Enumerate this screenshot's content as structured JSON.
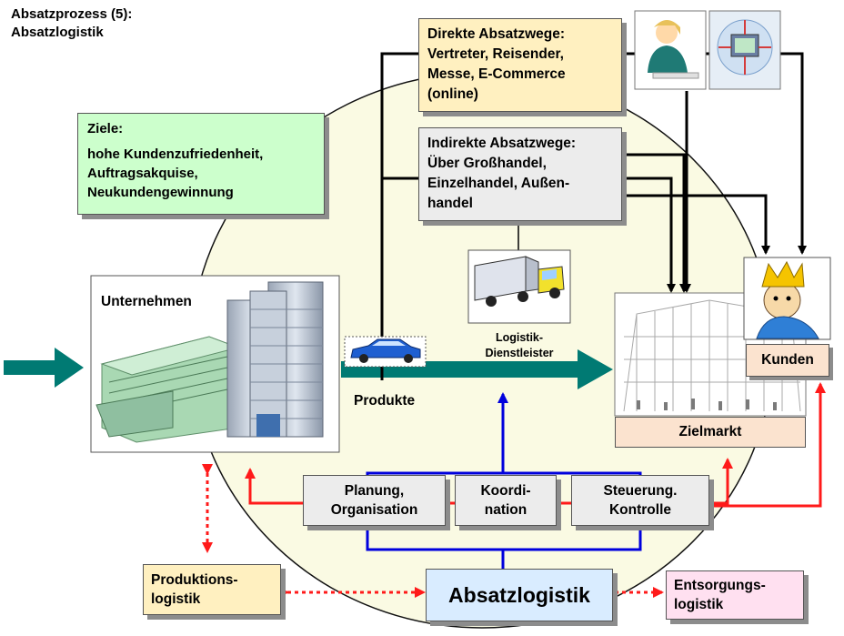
{
  "title": {
    "line1": "Absatzprozess (5):",
    "line2": "Absatzlogistik"
  },
  "ziele": {
    "heading": "Ziele:",
    "line1": "hohe Kundenzufriedenheit,",
    "line2": "Auftragsakquise,",
    "line3": "Neukundengewinnung"
  },
  "direkte": {
    "line1": "Direkte Absatzwege:",
    "line2": "Vertreter, Reisender,",
    "line3": "Messe, E-Commerce",
    "line4": "(online)"
  },
  "indirekte": {
    "line1": "Indirekte Absatzwege:",
    "line2": "Über Großhandel,",
    "line3": "Einzelhandel, Außen-",
    "line4": "handel"
  },
  "unternehmen": "Unternehmen",
  "produkte": "Produkte",
  "logistik_dienstleister": {
    "line1": "Logistik-",
    "line2": "Dienstleister"
  },
  "zielmarkt": "Zielmarkt",
  "kunden": "Kunden",
  "functions": {
    "planung": {
      "line1": "Planung,",
      "line2": "Organisation"
    },
    "koordination": {
      "line1": "Koordi-",
      "line2": "nation"
    },
    "steuerung": {
      "line1": "Steuerung.",
      "line2": "Kontrolle"
    }
  },
  "absatzlogistik": "Absatzlogistik",
  "produktionslogistik": {
    "line1": "Produktions-",
    "line2": "logistik"
  },
  "entsorgungslogistik": {
    "line1": "Entsorgungs-",
    "line2": "logistik"
  },
  "colors": {
    "flow_arrow": "#007a73",
    "control_red": "#ff1a1a",
    "control_blue": "#0000dd",
    "ellipse": "#fafae3",
    "ziele_bg": "#ccffcc",
    "direkte_bg": "#fff0c0",
    "indirekte_bg": "#ececec",
    "absatz_bg": "#d9ecff"
  }
}
